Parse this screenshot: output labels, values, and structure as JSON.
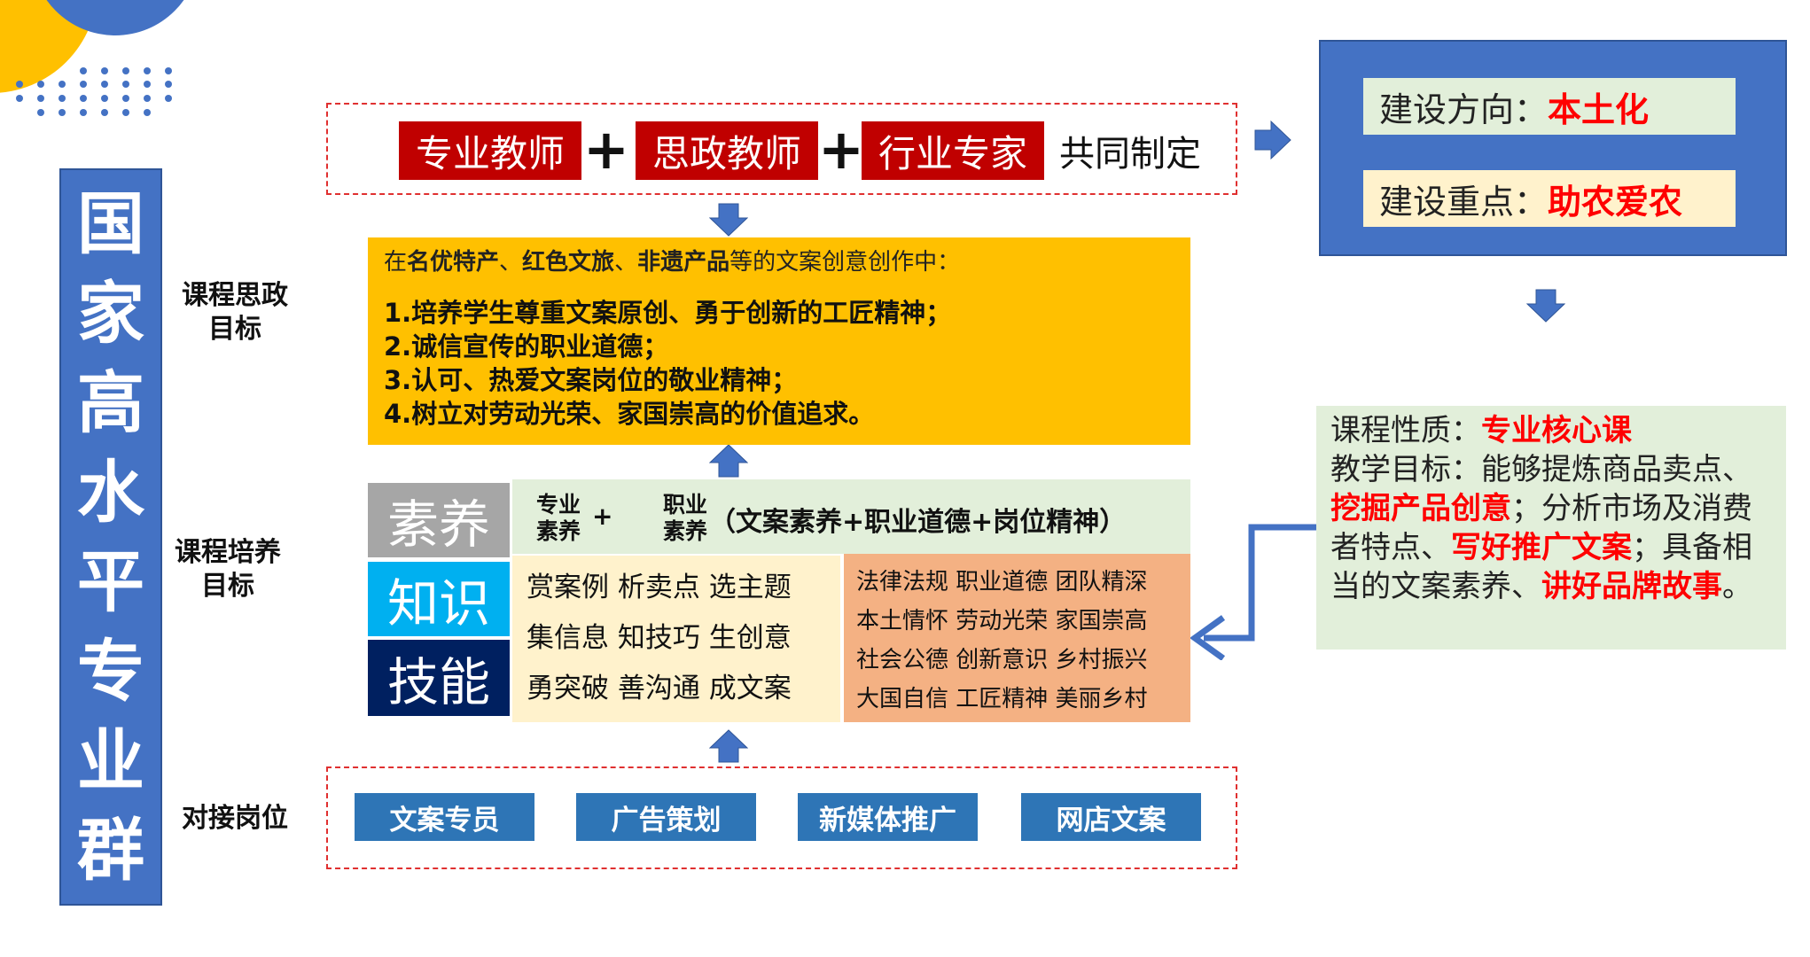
{
  "main_title_chars": [
    "国",
    "家",
    "高",
    "水",
    "平",
    "专",
    "业",
    "群"
  ],
  "row_labels": {
    "ideology": "课程思政\n目标",
    "cultivation": "课程培养\n目标",
    "jobs": "对接岗位"
  },
  "makers": {
    "tag1": "专业教师",
    "tag2": "思政教师",
    "tag3": "行业专家",
    "plus": "+",
    "suffix": "共同制定"
  },
  "ideology_goals": {
    "intro_pre": "在",
    "highlight1": "名优特产",
    "sep1": "、",
    "highlight2": "红色文旅",
    "sep2": "、",
    "highlight3": "非遗产品",
    "intro_post": "等的文案创意创作中：",
    "items": [
      "1.培养学生尊重文案原创、勇于创新的工匠精神；",
      "2.诚信宣传的职业道德；",
      "3.认可、热爱文案岗位的敬业精神；",
      "4.树立对劳动光荣、家国崇高的价值追求。"
    ]
  },
  "literacy": {
    "label": "素养",
    "part1_line1": "专业",
    "part1_line2": "素养",
    "plus": "+",
    "part2_line1": "职业",
    "part2_line2": "素养",
    "detail": "（文案素养+职业道德+岗位精神）"
  },
  "knowledge_label": "知识",
  "skill_label": "技能",
  "ks_items": [
    "赏案例  析卖点  选主题",
    "集信息  知技巧  生创意",
    "勇突破  善沟通  成文案"
  ],
  "values_items": [
    "法律法规  职业道德  团队精深",
    "本土情怀  劳动光荣  家国崇高",
    "社会公德  创新意识  乡村振兴",
    "大国自信  工匠精神  美丽乡村"
  ],
  "jobs": [
    "文案专员",
    "广告策划",
    "新媒体推广",
    "网店文案"
  ],
  "construction": {
    "direction_label": "建设方向：",
    "direction_value": "本土化",
    "focus_label": "建设重点：",
    "focus_value": "助农爱农"
  },
  "course": {
    "nature_label": "课程性质：",
    "nature_value": "专业核心课",
    "goal_label": "教学目标：",
    "t1": "能够提炼商品卖点、",
    "h1": "挖掘产品创意",
    "t2": "；分析市场及消费者特点、",
    "h2": "写好推广文案",
    "t3": "；具备相当的文案素养、",
    "h3": "讲好品牌故事",
    "t4": "。"
  },
  "colors": {
    "blue": "#4472C4",
    "red_tag": "#C00000",
    "gold": "#FFC000",
    "green": "#E2EFDA",
    "orange": "#F4B183",
    "job_blue": "#2E75B6",
    "navy": "#002060",
    "cyan": "#00B0F0",
    "gray": "#A6A6A6",
    "highlight_red": "#FF0000"
  }
}
